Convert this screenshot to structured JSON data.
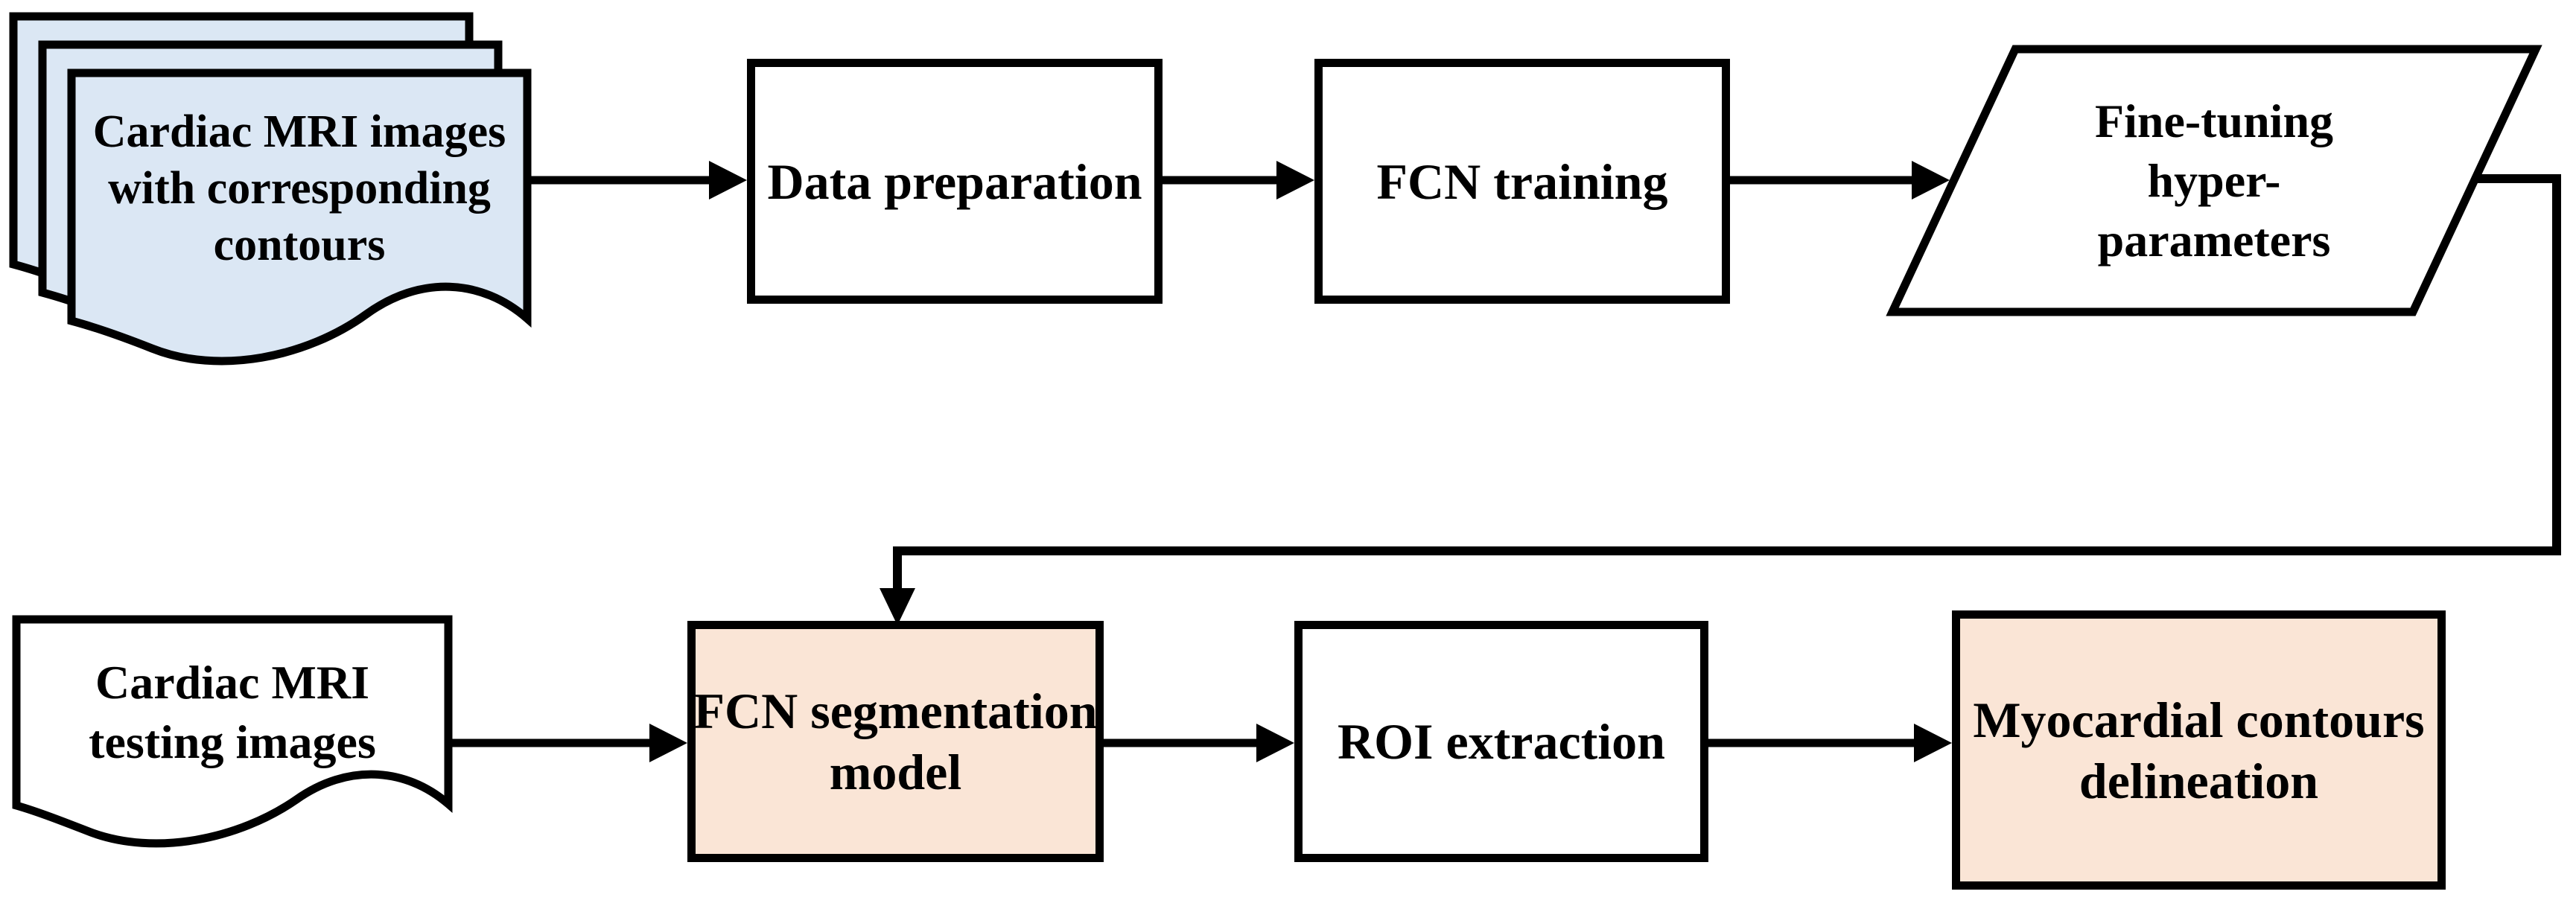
{
  "diagram": {
    "title": "FCN-based myocardial contour delineation workflow",
    "colors": {
      "background": "#ffffff",
      "stroke": "#000000",
      "blue_fill": "#dbe7f4",
      "orange_fill": "#fae5d6",
      "white_fill": "#ffffff"
    },
    "nodes": {
      "training_images": {
        "shape": "document-stack",
        "fill": "#dbe7f4",
        "label": "Cardiac MRI images with corresponding contours",
        "lines": [
          "Cardiac MRI images",
          "with corresponding",
          "contours"
        ]
      },
      "data_preparation": {
        "shape": "process",
        "fill": "#ffffff",
        "label": "Data preparation",
        "lines": [
          "Data preparation"
        ]
      },
      "fcn_training": {
        "shape": "process",
        "fill": "#ffffff",
        "label": "FCN training",
        "lines": [
          "FCN training"
        ]
      },
      "fine_tuning": {
        "shape": "parallelogram",
        "fill": "#ffffff",
        "label": "Fine-tuning hyper-parameters",
        "lines": [
          "Fine-tuning",
          "hyper-",
          "parameters"
        ]
      },
      "testing_images": {
        "shape": "document",
        "fill": "#ffffff",
        "label": "Cardiac MRI testing images",
        "lines": [
          "Cardiac MRI",
          "testing images"
        ]
      },
      "fcn_segmentation": {
        "shape": "process",
        "fill": "#fae5d6",
        "label": "FCN segmentation model",
        "lines": [
          "FCN segmentation",
          "model"
        ]
      },
      "roi_extraction": {
        "shape": "process",
        "fill": "#ffffff",
        "label": "ROI extraction",
        "lines": [
          "ROI extraction"
        ]
      },
      "myocardial_delineation": {
        "shape": "process",
        "fill": "#fae5d6",
        "label": "Myocardial contours delineation",
        "lines": [
          "Myocardial contours",
          "delineation"
        ]
      }
    },
    "edges": [
      {
        "from": "training_images",
        "to": "data_preparation",
        "type": "straight-arrow"
      },
      {
        "from": "data_preparation",
        "to": "fcn_training",
        "type": "straight-arrow"
      },
      {
        "from": "fcn_training",
        "to": "fine_tuning",
        "type": "straight-arrow"
      },
      {
        "from": "fine_tuning",
        "to": "fcn_segmentation",
        "type": "elbow-arrow"
      },
      {
        "from": "testing_images",
        "to": "fcn_segmentation",
        "type": "straight-arrow"
      },
      {
        "from": "fcn_segmentation",
        "to": "roi_extraction",
        "type": "straight-arrow"
      },
      {
        "from": "roi_extraction",
        "to": "myocardial_delineation",
        "type": "straight-arrow"
      }
    ]
  }
}
